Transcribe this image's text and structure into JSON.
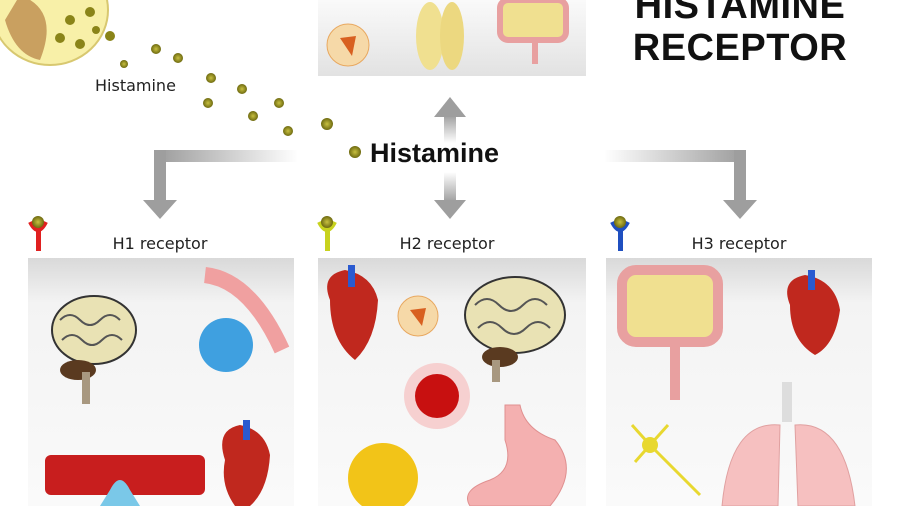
{
  "title": {
    "line1": "HISTAMINE",
    "line2": "RECEPTOR"
  },
  "mast_cell_label": "Histamine",
  "center_label": "Histamine",
  "receptors": [
    {
      "label": "H1 receptor",
      "color": "#e02020"
    },
    {
      "label": "H2 receptor",
      "color": "#c8d21e"
    },
    {
      "label": "H3 receptor",
      "color": "#1f4fc0"
    }
  ],
  "colors": {
    "histamine_dot": "#8a8418",
    "arrow": "#9e9e9e",
    "heart": "#c0281e",
    "brain": "#e9e2b4",
    "intestine": "#e8a0a0"
  }
}
